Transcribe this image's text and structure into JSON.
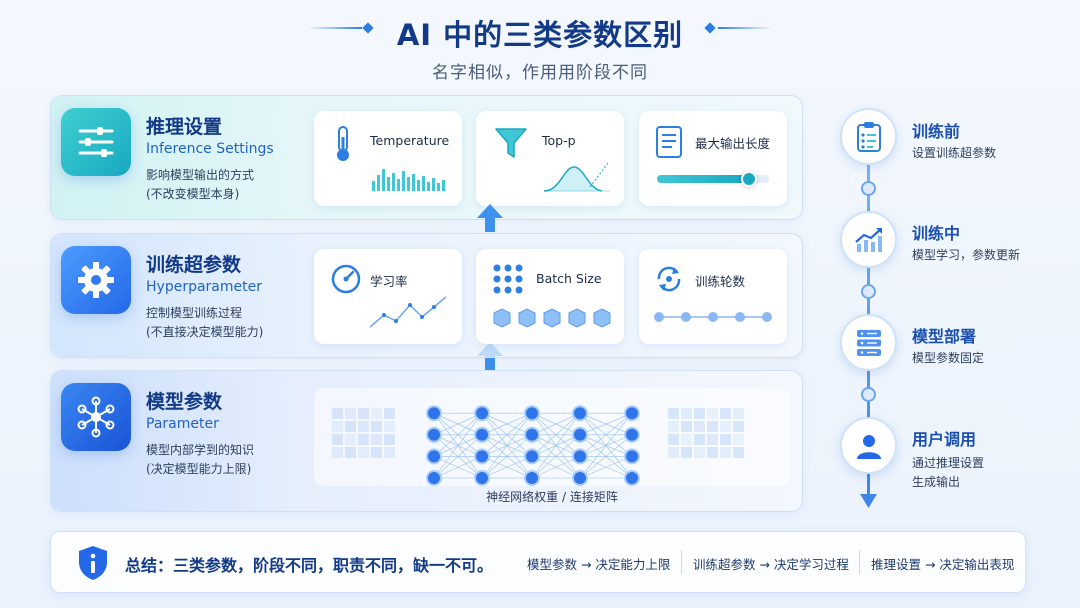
{
  "title": "AI 中的三类参数区别",
  "subtitle": "名字相似，作用用阶段不同",
  "categories": [
    {
      "title": "推理设置",
      "en": "Inference Settings",
      "desc1": "影响模型输出的方式",
      "desc2": "(不改变模型本身)",
      "cards": [
        "Temperature",
        "Top-p",
        "最大输出长度"
      ]
    },
    {
      "title": "训练超参数",
      "en": "Hyperparameter",
      "desc1": "控制模型训练过程",
      "desc2": "(不直接决定模型能力)",
      "cards": [
        "学习率",
        "Batch Size",
        "训练轮数"
      ]
    },
    {
      "title": "模型参数",
      "en": "Parameter",
      "desc1": "模型内部学到的知识",
      "desc2": "(决定模型能力上限)",
      "network_caption": "神经网络权重 / 连接矩阵"
    }
  ],
  "timeline": [
    {
      "title": "训练前",
      "desc": "设置训练超参数",
      "icon": "clipboard-checklist-icon"
    },
    {
      "title": "训练中",
      "desc": "模型学习，参数更新",
      "icon": "rising-chart-icon"
    },
    {
      "title": "模型部署",
      "desc": "模型参数固定",
      "icon": "server-stack-icon"
    },
    {
      "title": "用户调用",
      "desc": "通过推理设置",
      "desc2": "生成输出",
      "icon": "user-icon"
    }
  ],
  "summary": {
    "main": "总结：三类参数，阶段不同，职责不同，缺一不可。",
    "items": [
      "模型参数 → 决定能力上限",
      "训练超参数 → 决定学习过程",
      "推理设置 → 决定输出表现"
    ]
  },
  "colors": {
    "accent": "#2468e8",
    "teal": "#17a8c2",
    "navy": "#123a86"
  },
  "max_length_slider_level": 0.82
}
